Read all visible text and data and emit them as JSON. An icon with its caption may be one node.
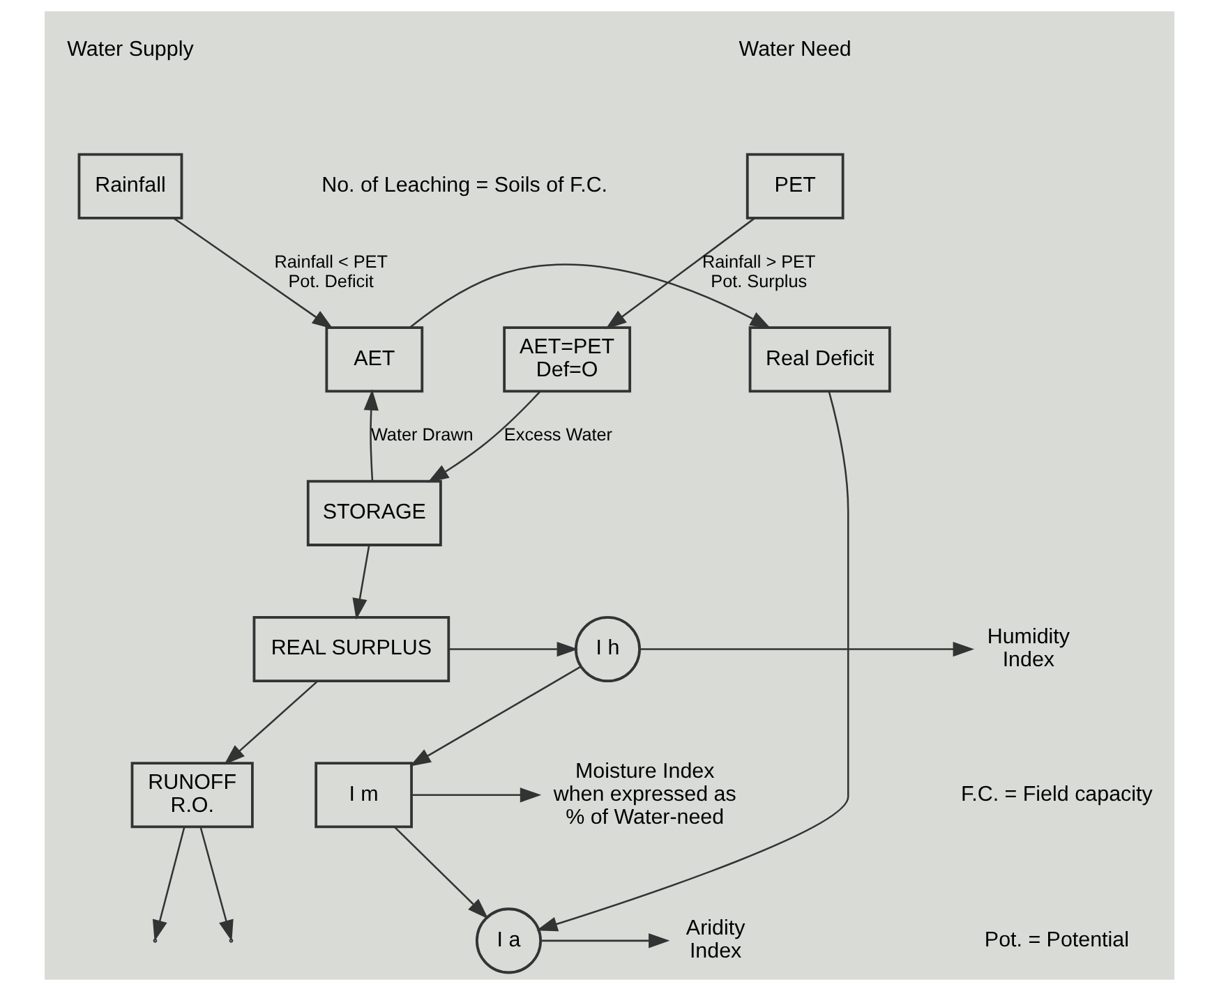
{
  "diagram": {
    "nodes": [
      {
        "text": [
          "Rainfall"
        ]
      },
      {
        "text": [
          "PET"
        ]
      },
      {
        "text": [
          "AET=PET Def=O"
        ]
      },
      {
        "text": [
          "AET"
        ]
      },
      {
        "text": [
          "Real Deficit"
        ]
      },
      {
        "text": [
          "STORAGE"
        ]
      },
      {
        "text": [
          "I a"
        ]
      },
      {
        "text": [
          "I m"
        ]
      },
      {
        "text": [
          "REAL SURPLUS"
        ]
      },
      {
        "text": [
          "I h"
        ]
      },
      {
        "text": [
          "RUNOFF R.O."
        ]
      },
      {
        "text": [
          "Aridity Index"
        ]
      },
      {
        "text": [
          "Moisture Index when expressed as % of Water-need"
        ]
      },
      {
        "text": [
          "Humidity Index"
        ]
      }
    ],
    "edges": [
      {
        "from": 0,
        "to": 3,
        "arrow": "to",
        "label": "Rainfall < PET Pot. Deficit"
      },
      {
        "from": 1,
        "to": 2,
        "arrow": "to",
        "label": "Rainfall > PET Pot. Surplus"
      },
      {
        "from": 2,
        "to": 5,
        "arrow": "to",
        "label": "Excess Water"
      },
      {
        "from": 5,
        "to": 3,
        "arrow": "to",
        "label": "Water Drawn"
      },
      {
        "from": 3,
        "to": 4,
        "arrow": "to"
      },
      {
        "from": 4,
        "to": 6,
        "arrow": "to"
      },
      {
        "from": 5,
        "to": 8,
        "arrow": "to"
      },
      {
        "from": 8,
        "to": 9,
        "arrow": "to"
      },
      {
        "from": 9,
        "to": 7,
        "arrow": "to"
      },
      {
        "from": 9,
        "to": 13,
        "arrow": "to"
      },
      {
        "from": 7,
        "to": 6,
        "arrow": "to"
      },
      {
        "from": 7,
        "to": 12,
        "arrow": "to"
      },
      {
        "from": 6,
        "to": 11,
        "arrow": "to"
      },
      {
        "from": 8,
        "to": 10,
        "arrow": "to"
      },
      {
        "from": 10,
        "to": null,
        "arrow": "to"
      },
      {
        "from": 10,
        "to": null,
        "arrow": "to"
      }
    ],
    "labels": [
      "Water Supply",
      "Water Need",
      "No. of Leaching = Soils of F.C.",
      "F.C. = Field capacity",
      "Pot. = Potential"
    ]
  }
}
